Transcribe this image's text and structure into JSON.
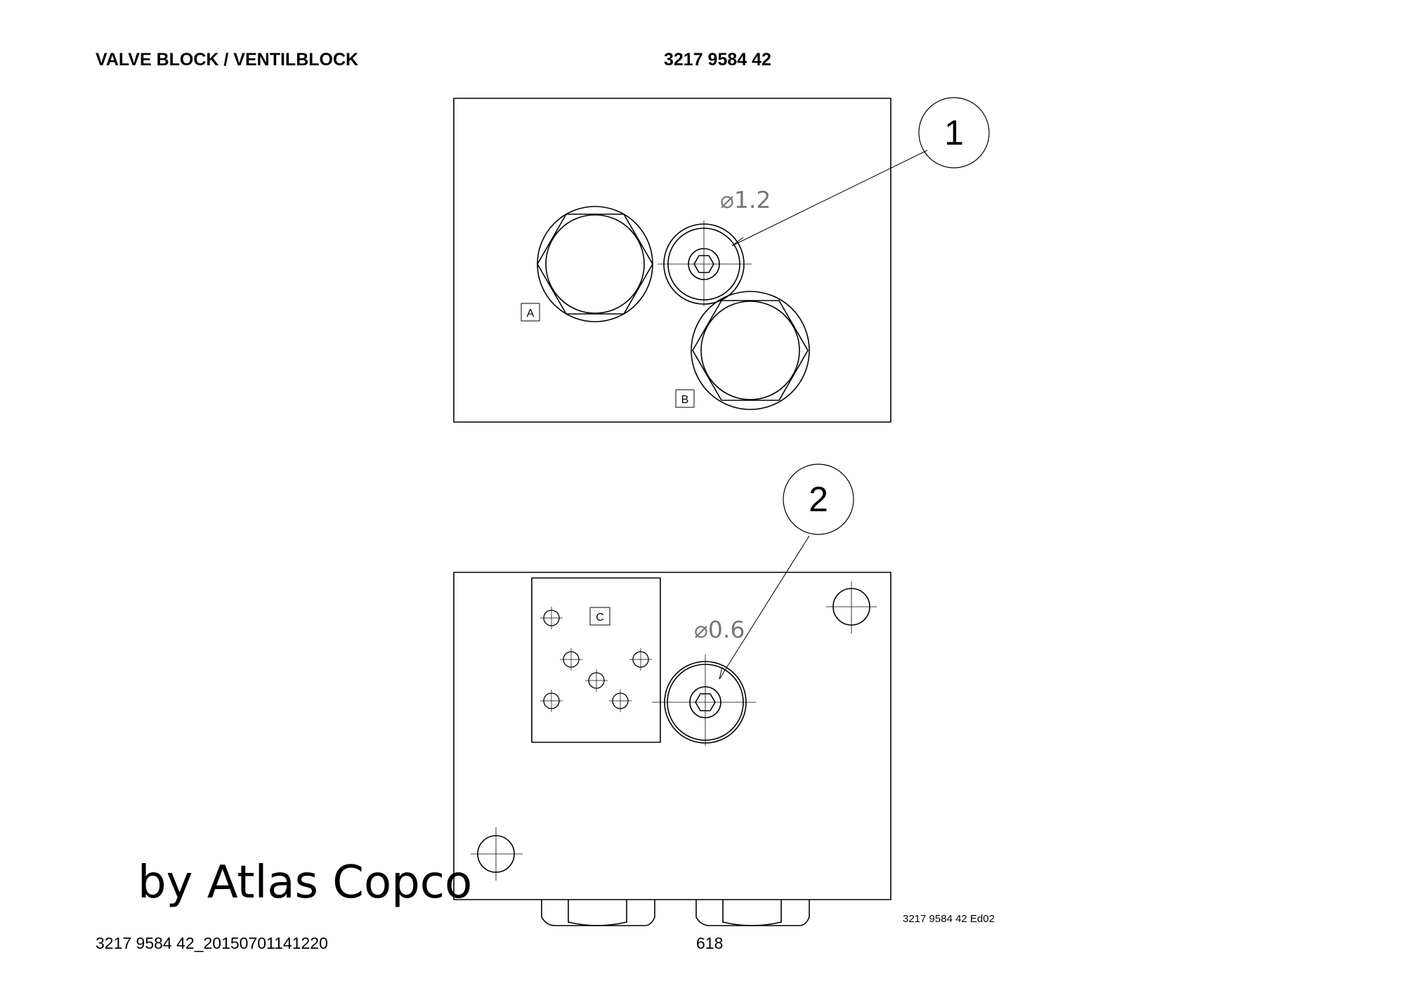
{
  "header": {
    "title": "VALVE BLOCK / VENTILBLOCK",
    "part_number": "3217 9584 42"
  },
  "drawing": {
    "top_view": {
      "callout": "1",
      "dimension": "⌀1.2",
      "port_a": "A",
      "port_b": "B"
    },
    "bottom_view": {
      "callout": "2",
      "dimension": "⌀0.6",
      "port_c": "C"
    },
    "drawing_id": "3217 9584 42 Ed02"
  },
  "watermark": "by Atlas Copco",
  "footer": {
    "file_id": "3217 9584 42_20150701141220",
    "page_number": "618"
  }
}
